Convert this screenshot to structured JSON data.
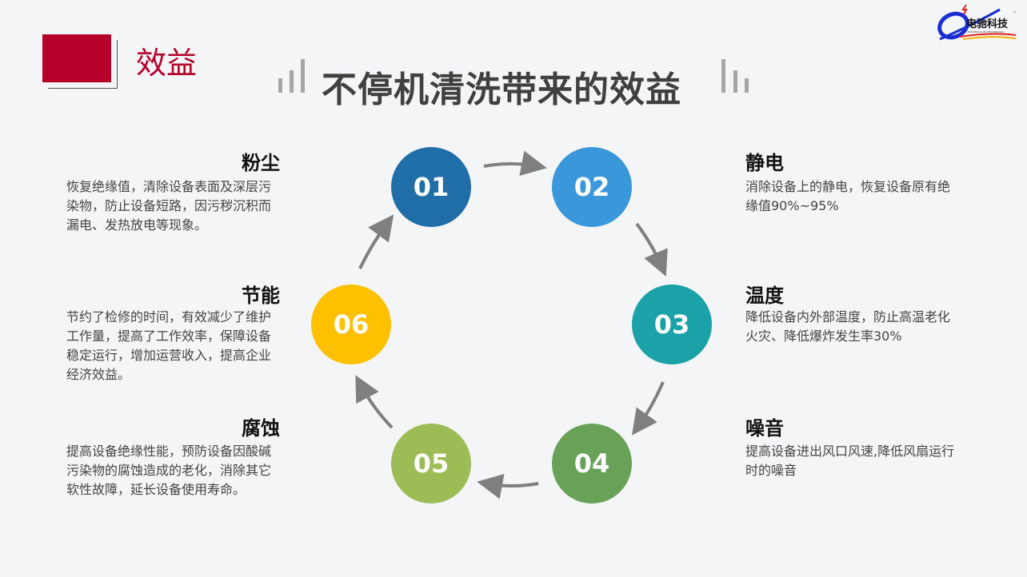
{
  "section_label": "效益",
  "title": "不停机清洗带来的效益",
  "logo": {
    "text": "电驰科技",
    "subtitle": "ELECTRICAL DR TECHNOLOGY",
    "tm": "™"
  },
  "steps": [
    {
      "num": "01",
      "color": "#1f6ea8",
      "title": "粉尘",
      "text": "恢复绝缘值，清除设备表面及深层污染物，防止设备短路，因污秽沉积而漏电、发热放电等现象。"
    },
    {
      "num": "02",
      "color": "#3a98da",
      "title": "静电",
      "text": "消除设备上的静电，恢复设备原有绝缘值90%~95%"
    },
    {
      "num": "03",
      "color": "#1aa2a8",
      "title": "温度",
      "text": "降低设备内外部温度，防止高温老化火灾、降低爆炸发生率30%"
    },
    {
      "num": "04",
      "color": "#68a158",
      "title": "噪音",
      "text": "提高设备进出风口风速,降低风扇运行时的噪音"
    },
    {
      "num": "05",
      "color": "#9dbc56",
      "title": "腐蚀",
      "text": "提高设备绝缘性能，预防设备因酸碱污染物的腐蚀造成的老化，消除其它软性故障，延长设备使用寿命。"
    },
    {
      "num": "06",
      "color": "#ffc000",
      "title": "节能",
      "text": "节约了检修的时间，有效减少了维护工作量，提高了工作效率，保障设备稳定运行，增加运营收入，提高企业经济效益。"
    }
  ]
}
